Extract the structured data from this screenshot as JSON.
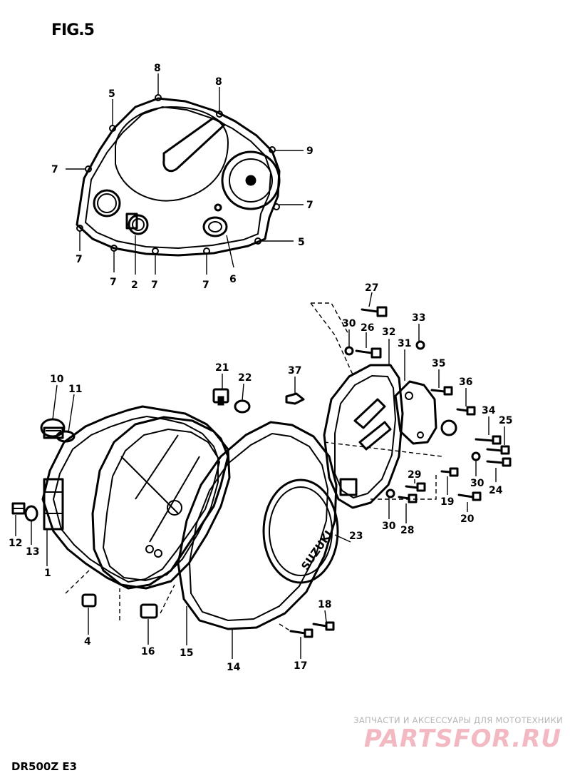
{
  "figure_title": "FIG.5",
  "model_code": "DR500Z  E3",
  "watermark": {
    "line": "ЗАПЧАСТИ И АКСЕССУАРЫ ДЛЯ МОТОТЕХНИКИ",
    "logo": "PARTSFOR.RU"
  },
  "brand_text": "SUZUKI",
  "part_labels": [
    {
      "id": "l8a",
      "text": "8"
    },
    {
      "id": "l8b",
      "text": "8"
    },
    {
      "id": "l5a",
      "text": "5"
    },
    {
      "id": "l9",
      "text": "9"
    },
    {
      "id": "l7a",
      "text": "7"
    },
    {
      "id": "l7b",
      "text": "7"
    },
    {
      "id": "l7c",
      "text": "7"
    },
    {
      "id": "l7d",
      "text": "7"
    },
    {
      "id": "l7e",
      "text": "7"
    },
    {
      "id": "l7f",
      "text": "7"
    },
    {
      "id": "l2",
      "text": "2"
    },
    {
      "id": "l6",
      "text": "6"
    },
    {
      "id": "l5b",
      "text": "5"
    },
    {
      "id": "l27",
      "text": "27"
    },
    {
      "id": "l33",
      "text": "33"
    },
    {
      "id": "l30a",
      "text": "30"
    },
    {
      "id": "l26",
      "text": "26"
    },
    {
      "id": "l32",
      "text": "32"
    },
    {
      "id": "l31",
      "text": "31"
    },
    {
      "id": "l35",
      "text": "35"
    },
    {
      "id": "l36",
      "text": "36"
    },
    {
      "id": "l34",
      "text": "34"
    },
    {
      "id": "l25",
      "text": "25"
    },
    {
      "id": "l21",
      "text": "21"
    },
    {
      "id": "l22",
      "text": "22"
    },
    {
      "id": "l37",
      "text": "37"
    },
    {
      "id": "l10",
      "text": "10"
    },
    {
      "id": "l11",
      "text": "11"
    },
    {
      "id": "l30b",
      "text": "30"
    },
    {
      "id": "l24",
      "text": "24"
    },
    {
      "id": "l29",
      "text": "29"
    },
    {
      "id": "l19",
      "text": "19"
    },
    {
      "id": "l20",
      "text": "20"
    },
    {
      "id": "l30c",
      "text": "30"
    },
    {
      "id": "l28",
      "text": "28"
    },
    {
      "id": "l23",
      "text": "23"
    },
    {
      "id": "l12",
      "text": "12"
    },
    {
      "id": "l13",
      "text": "13"
    },
    {
      "id": "l1",
      "text": "1"
    },
    {
      "id": "l18",
      "text": "18"
    },
    {
      "id": "l4",
      "text": "4"
    },
    {
      "id": "l16",
      "text": "16"
    },
    {
      "id": "l15",
      "text": "15"
    },
    {
      "id": "l14",
      "text": "14"
    },
    {
      "id": "l17",
      "text": "17"
    }
  ]
}
